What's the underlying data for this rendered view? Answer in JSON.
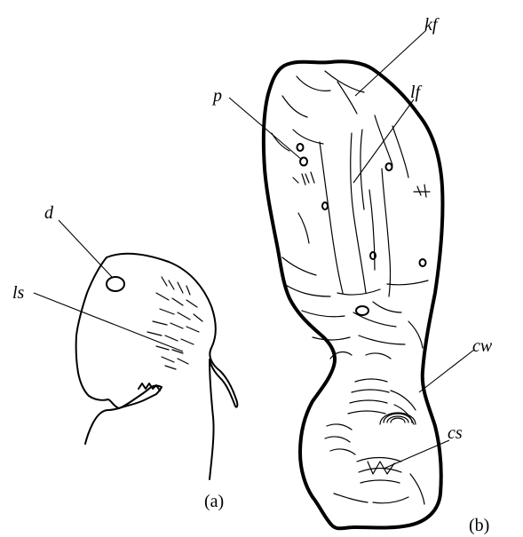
{
  "panel_a": {
    "caption": "(a)",
    "labels": {
      "d": "d",
      "ls": "ls"
    }
  },
  "panel_b": {
    "caption": "(b)",
    "labels": {
      "kf": "kf",
      "p": "p",
      "lf": "lf",
      "cw": "cw",
      "cs": "cs"
    }
  }
}
